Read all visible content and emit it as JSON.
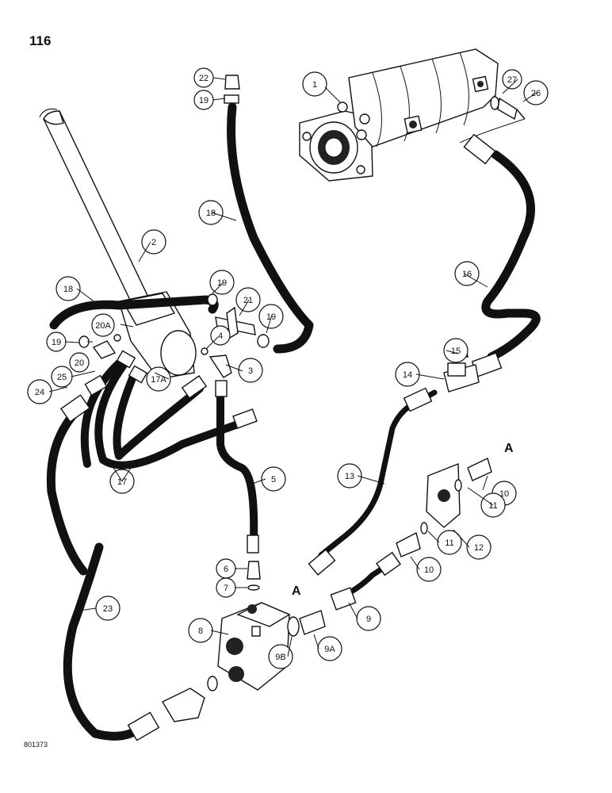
{
  "page_number": "116",
  "figure_code": "801373",
  "reference_letters": [
    "A",
    "A"
  ],
  "callouts": [
    "1",
    "2",
    "3",
    "4",
    "5",
    "6",
    "7",
    "8",
    "9",
    "9A",
    "9B",
    "10",
    "10",
    "11",
    "11",
    "12",
    "13",
    "14",
    "15",
    "16",
    "17",
    "17A",
    "18",
    "18",
    "19",
    "19",
    "19",
    "19",
    "20",
    "20A",
    "21",
    "22",
    "23",
    "24",
    "25",
    "26",
    "27"
  ]
}
